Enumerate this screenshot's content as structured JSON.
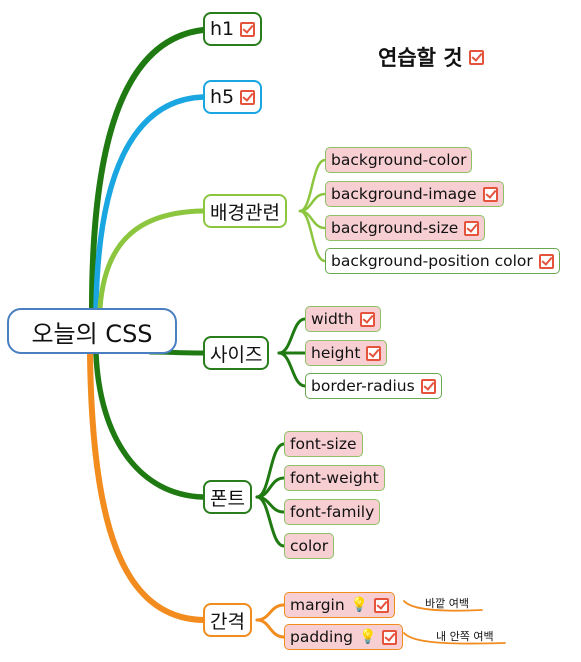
{
  "root": {
    "label": "오늘의 CSS"
  },
  "memo": {
    "label": "연습할 것",
    "checked": true
  },
  "branches": [
    {
      "id": "h1",
      "label": "h1",
      "checked": true,
      "color": "#1f7a12",
      "children": []
    },
    {
      "id": "h5",
      "label": "h5",
      "checked": true,
      "color": "#1aa6e0",
      "children": []
    },
    {
      "id": "background",
      "label": "배경관련",
      "checked": false,
      "color": "#8cc63f",
      "children": [
        {
          "label": "background-color",
          "checked": false,
          "highlight": true
        },
        {
          "label": "background-image",
          "checked": true,
          "highlight": true
        },
        {
          "label": "background-size",
          "checked": true,
          "highlight": true
        },
        {
          "label": "background-position color",
          "checked": true,
          "highlight": false
        }
      ]
    },
    {
      "id": "size",
      "label": "사이즈",
      "checked": false,
      "color": "#1f7a12",
      "children": [
        {
          "label": "width",
          "checked": true,
          "highlight": true
        },
        {
          "label": "height",
          "checked": true,
          "highlight": true
        },
        {
          "label": "border-radius",
          "checked": true,
          "highlight": false
        }
      ]
    },
    {
      "id": "font",
      "label": "폰트",
      "checked": false,
      "color": "#1f7a12",
      "children": [
        {
          "label": "font-size",
          "checked": false,
          "highlight": true
        },
        {
          "label": "font-weight",
          "checked": false,
          "highlight": true
        },
        {
          "label": "font-family",
          "checked": false,
          "highlight": true
        },
        {
          "label": "color",
          "checked": false,
          "highlight": true
        }
      ]
    },
    {
      "id": "spacing",
      "label": "간격",
      "checked": false,
      "color": "#f28c1e",
      "children": [
        {
          "label": "margin",
          "checked": true,
          "highlight": true,
          "bulb": true,
          "note": "바깥 여백"
        },
        {
          "label": "padding",
          "checked": true,
          "highlight": true,
          "bulb": true,
          "note": "내 안쪽 여백"
        }
      ]
    }
  ]
}
